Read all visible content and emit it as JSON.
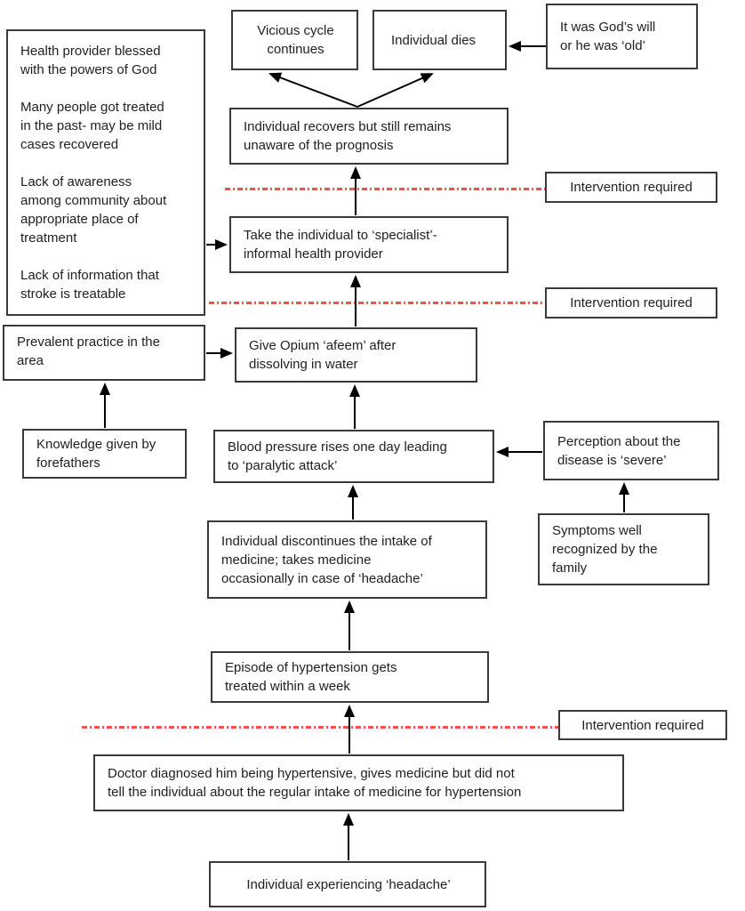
{
  "diagram_title": "Care-seeking pathway flowchart",
  "colors": {
    "divider_red": "#f45050",
    "box_border": "#3a3a3a",
    "arrow": "#000000",
    "background": "#ffffff"
  },
  "nodes": {
    "vicious_cycle": "Vicious cycle\ncontinues",
    "individual_dies": "Individual dies",
    "gods_will": "It was God’s will\nor he was ‘old’",
    "recovers": "Individual recovers but still remains\nunaware of the prognosis",
    "beliefs": {
      "paragraphs": [
        "Health provider blessed\nwith the powers of God",
        "Many people got treated\nin the past- may be mild\ncases recovered",
        "Lack of awareness\namong community about\nappropriate place of\ntreatment",
        "Lack of information that\nstroke is treatable"
      ]
    },
    "specialist": "Take the individual to ‘specialist’-\ninformal health provider",
    "prevalent_practice": "Prevalent practice in the\narea",
    "give_opium": "Give Opium ‘afeem’ after\ndissolving in water",
    "forefathers": "Knowledge given by\nforefathers",
    "blood_pressure": "Blood pressure rises one day leading\nto ‘paralytic attack’",
    "perception": "Perception about the\ndisease is ‘severe’",
    "discontinues": "Individual discontinues the intake of\nmedicine; takes medicine\noccasionally in case of ‘headache’",
    "symptoms": "Symptoms well\nrecognized by the\nfamily",
    "episode": "Episode of hypertension gets\ntreated within a week",
    "doctor": "Doctor diagnosed him being hypertensive, gives medicine but did not\ntell the individual about the regular intake of medicine for hypertension",
    "headache": "Individual experiencing ‘headache’"
  },
  "dividers": [
    {
      "label": "Intervention required"
    },
    {
      "label": "Intervention required"
    },
    {
      "label": "Intervention required"
    }
  ]
}
